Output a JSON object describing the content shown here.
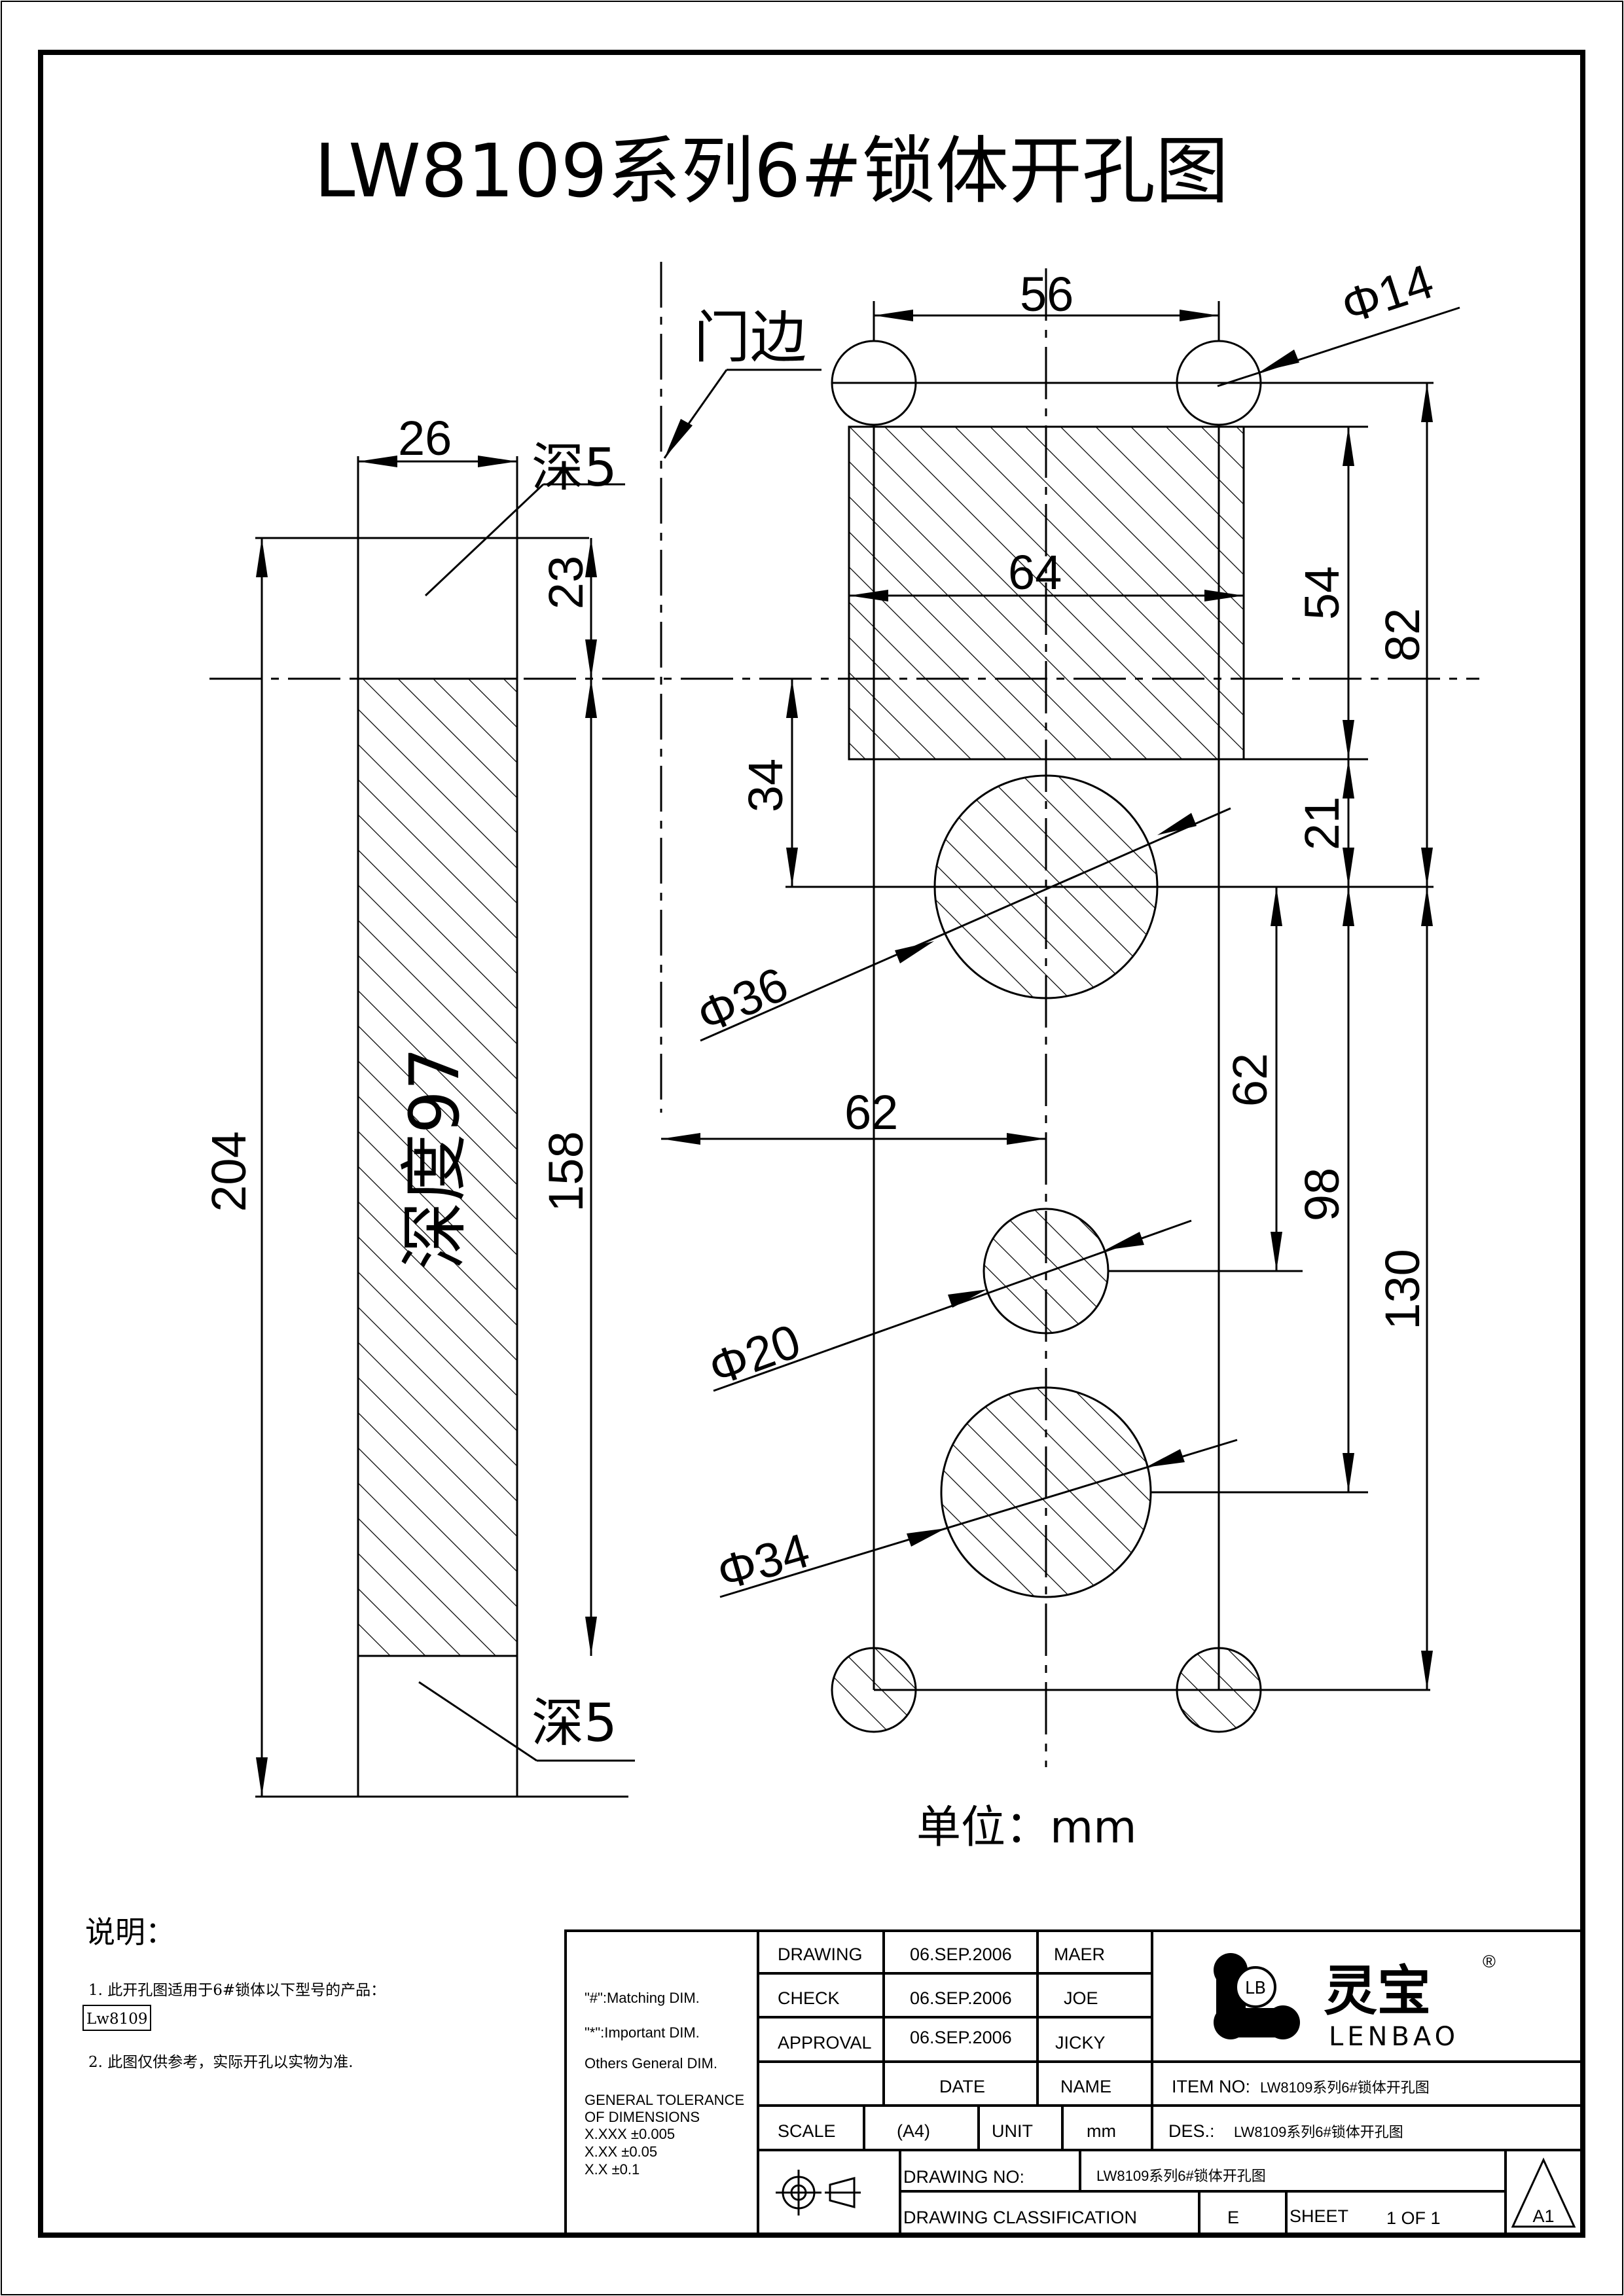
{
  "title": "LW8109系列6#锁体开孔图",
  "unit_label": "单位：mm",
  "drawing_labels": {
    "door_edge": "门边",
    "depth5_top": "深5",
    "depth5_bottom": "深5",
    "depth97": "深度97"
  },
  "dimensions": {
    "d56": "56",
    "phi14": "Φ14",
    "d26": "26",
    "d64": "64",
    "d23": "23",
    "d54": "54",
    "d82": "82",
    "d34": "34",
    "d21": "21",
    "phi36": "Φ36",
    "d204": "204",
    "d158": "158",
    "d62_horizontal": "62",
    "d62_vertical": "62",
    "d98": "98",
    "d130": "130",
    "phi20": "Φ20",
    "phi34": "Φ34"
  },
  "notes": {
    "heading": "说明：",
    "line1": "1. 此开孔图适用于6#锁体以下型号的产品：",
    "model_box": "Lw8109",
    "line2": "2. 此图仅供参考，实际开孔以实物为准."
  },
  "title_block": {
    "matching": "\"#\":Matching DIM.",
    "important": "\"*\":Important DIM.",
    "others": "Others General DIM.",
    "tolerance_title_1": "GENERAL TOLERANCE",
    "tolerance_title_2": "OF DIMENSIONS",
    "tol_xxx": "X.XXX   ±0.005",
    "tol_xx": "X.XX     ±0.05",
    "tol_x": "X.X        ±0.1",
    "rows": [
      {
        "label": "DRAWING",
        "date": "06.SEP.2006",
        "name": "MAER"
      },
      {
        "label": "CHECK",
        "date": "06.SEP.2006",
        "name": "JOE"
      },
      {
        "label": "APPROVAL",
        "date": "06.SEP.2006",
        "name": "JICKY"
      }
    ],
    "date_header": "DATE",
    "name_header": "NAME",
    "brand_cn": "灵宝",
    "brand_en": "LENBAO",
    "brand_badge": "LB",
    "registered": "®",
    "item_no_label": "ITEM NO:",
    "item_no_value": "LW8109系列6#锁体开孔图",
    "scale_label": "SCALE",
    "scale_value": "(A4)",
    "unit_label": "UNIT",
    "unit_value": "mm",
    "des_label": "DES.:",
    "des_value": "LW8109系列6#锁体开孔图",
    "drawing_no_label": "DRAWING NO:",
    "drawing_no_value": "LW8109系列6#锁体开孔图",
    "classification_label": "DRAWING CLASSIFICATION",
    "classification_value": "E",
    "sheet_label": "SHEET",
    "sheet_value": "1 OF 1",
    "size": "A1"
  }
}
